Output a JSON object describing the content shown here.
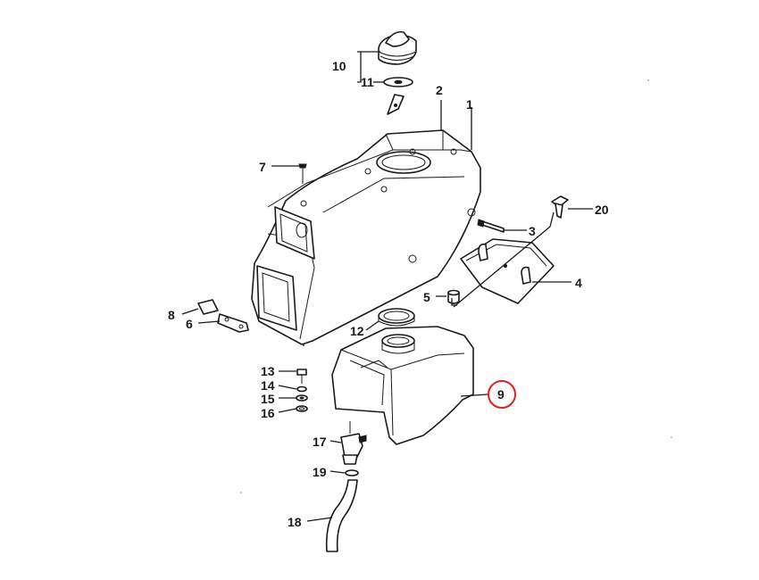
{
  "diagram": {
    "callouts": [
      "1",
      "2",
      "3",
      "4",
      "5",
      "6",
      "7",
      "8",
      "9",
      "10",
      "11",
      "12",
      "13",
      "14",
      "15",
      "16",
      "17",
      "18",
      "19",
      "20"
    ],
    "highlighted_callout": "9",
    "highlight_color": "#e02020",
    "line_color": "#1a1a1a"
  }
}
